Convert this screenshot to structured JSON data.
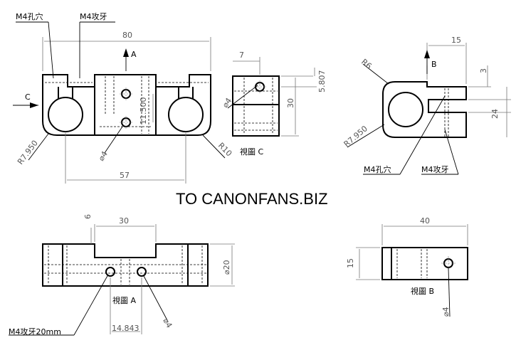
{
  "labels": {
    "m4_hole": "M4孔穴",
    "m4_tap": "M4攻牙",
    "m4_tap_depth": "M4攻牙20mm",
    "watermark": "TO CANONFANS.BIZ",
    "view_c": "視圖 C",
    "view_a": "視圖 A",
    "view_b": "視圖 B",
    "arrow_a": "A",
    "arrow_b": "B",
    "arrow_c": "C"
  },
  "front_view": {
    "width": "80",
    "bottom": "57",
    "left_radius": "R7.950",
    "right_radius": "R10",
    "hole_dia": "⌀4",
    "spacing": "11.500"
  },
  "view_c_dims": {
    "top": "7",
    "right_small": "5.807",
    "height": "30",
    "hole_dia": "⌀4"
  },
  "view_b_side": {
    "top": "15",
    "gap": "3",
    "height": "24",
    "radius_top": "R6",
    "radius_bottom": "R7.950"
  },
  "view_a_dims": {
    "top": "30",
    "small": "6",
    "dia": "⌀20",
    "bottom": "14.843",
    "hole_dia": "⌀4"
  },
  "view_b_dims": {
    "width": "40",
    "height": "15",
    "hole_dia": "⌀4"
  }
}
